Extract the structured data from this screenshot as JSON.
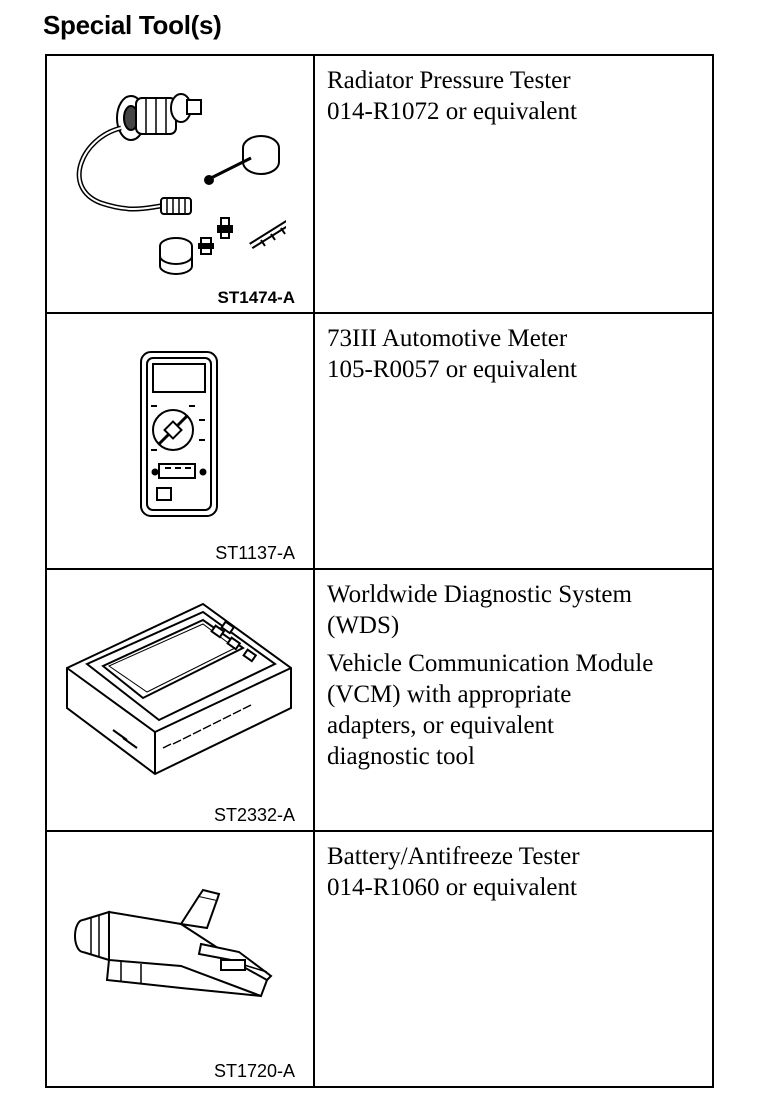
{
  "heading": "Special Tool(s)",
  "tools": [
    {
      "figure_code": "ST1474-A",
      "icon": "radiator-pressure-tester-icon",
      "description": [
        "Radiator Pressure Tester\n014-R1072 or equivalent"
      ]
    },
    {
      "figure_code": "ST1137-A",
      "icon": "automotive-meter-icon",
      "description": [
        "73III Automotive Meter\n105-R0057 or equivalent"
      ]
    },
    {
      "figure_code": "ST2332-A",
      "icon": "diagnostic-system-icon",
      "description": [
        "Worldwide Diagnostic System\n(WDS)",
        "Vehicle Communication Module\n(VCM) with appropriate\nadapters, or equivalent\ndiagnostic tool"
      ]
    },
    {
      "figure_code": "ST1720-A",
      "icon": "battery-antifreeze-tester-icon",
      "description": [
        "Battery/Antifreeze Tester\n014-R1060 or equivalent"
      ]
    }
  ]
}
